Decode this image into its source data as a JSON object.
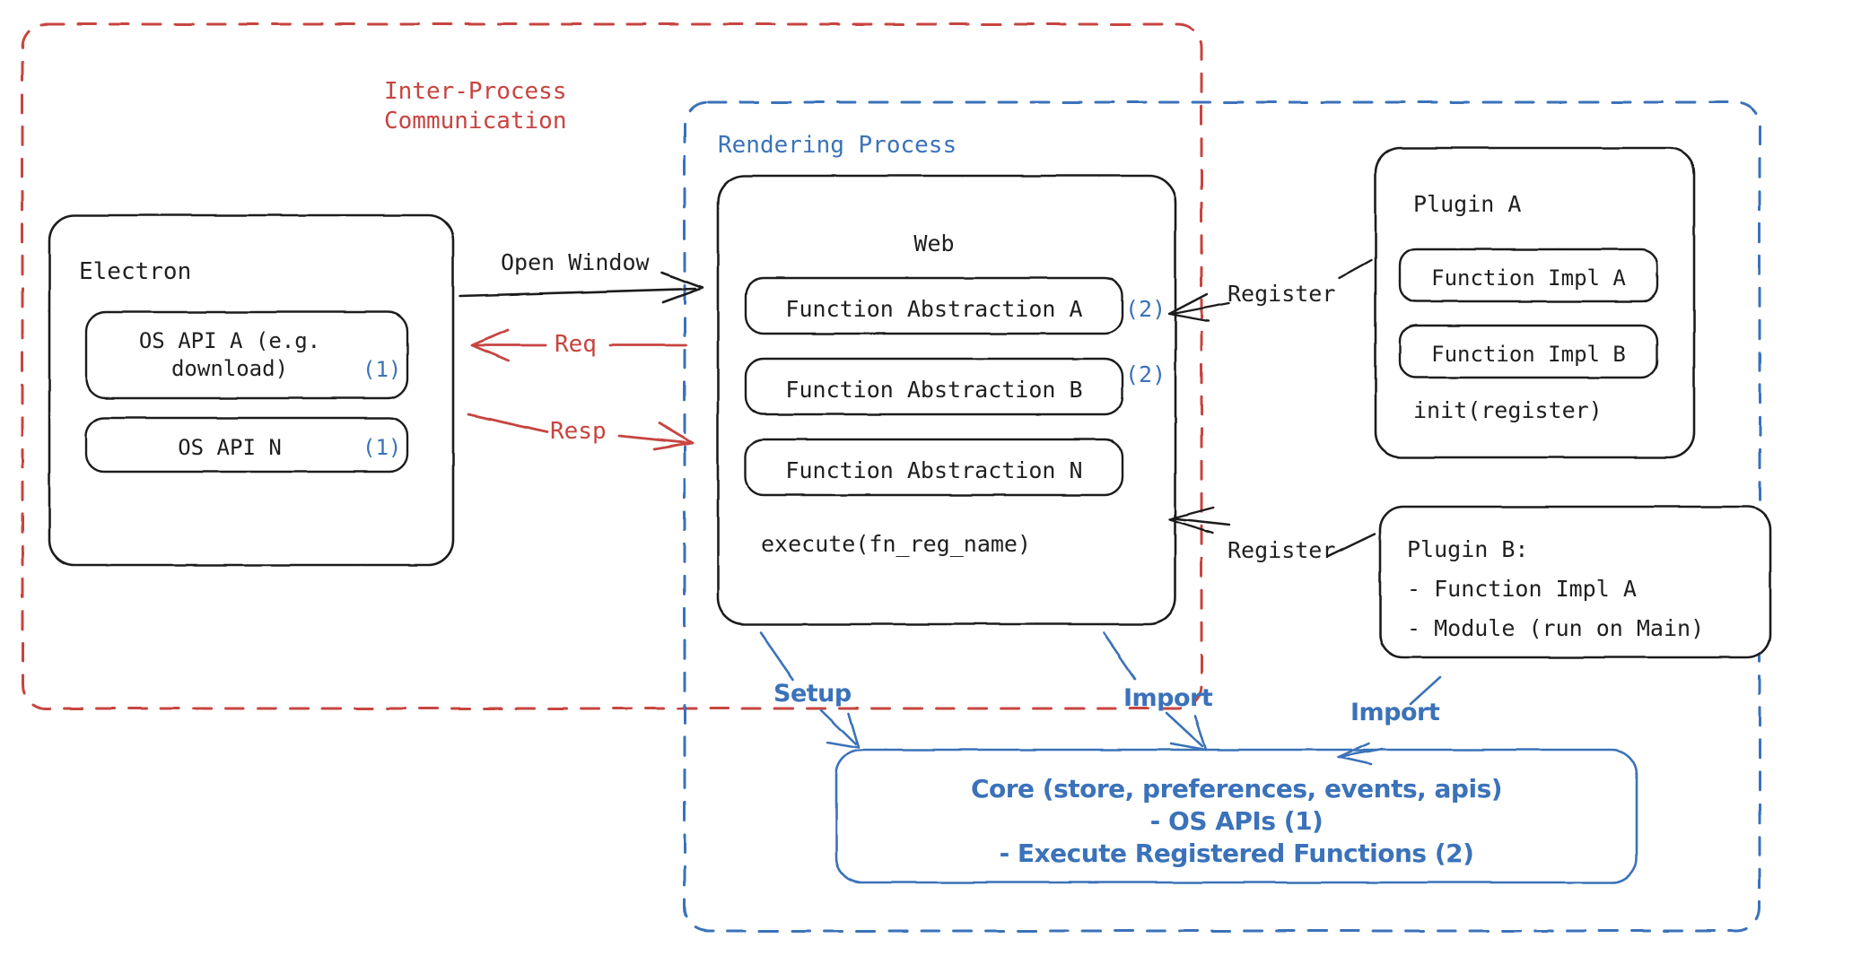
{
  "diagram": {
    "title_hidden": "Electron plugin architecture",
    "colors": {
      "red": "#c74440",
      "blue": "#3b72b9",
      "ink": "#1f1f1f",
      "background": "#ffffff"
    }
  },
  "containers": {
    "ipc": {
      "label": "Inter-Process\nCommunication",
      "style": "dashed",
      "color": "#c74440"
    },
    "rendering": {
      "label": "Rendering Process",
      "style": "dashed",
      "color": "#3b72b9"
    }
  },
  "boxes": {
    "electron": {
      "title": "Electron",
      "items": [
        {
          "label": "OS API A (e.g.\ndownload)",
          "marker": "(1)"
        },
        {
          "label": "OS API N",
          "marker": "(1)"
        }
      ]
    },
    "web": {
      "title": "Web",
      "items": [
        {
          "label": "Function Abstraction A",
          "marker": "(2)"
        },
        {
          "label": "Function Abstraction B",
          "marker": "(2)"
        },
        {
          "label": "Function Abstraction N",
          "marker": ""
        }
      ],
      "footer": "execute(fn_reg_name)"
    },
    "plugin_a": {
      "title": "Plugin A",
      "items": [
        {
          "label": "Function Impl A"
        },
        {
          "label": "Function Impl B"
        }
      ],
      "footer": "init(register)"
    },
    "plugin_b": {
      "lines": [
        "Plugin B:",
        "- Function Impl A",
        "- Module (run on Main)"
      ]
    },
    "core": {
      "lines": [
        "Core (store, preferences, events, apis)",
        "- OS APIs (1)",
        "- Execute Registered Functions (2)"
      ]
    }
  },
  "arrows": [
    {
      "id": "open-window",
      "label": "Open Window",
      "color": "#1f1f1f",
      "from": "electron",
      "to": "web"
    },
    {
      "id": "req",
      "label": "Req",
      "color": "#c74440",
      "from": "web",
      "to": "electron"
    },
    {
      "id": "resp",
      "label": "Resp",
      "color": "#c74440",
      "from": "electron",
      "to": "web"
    },
    {
      "id": "register-a",
      "label": "Register",
      "color": "#1f1f1f",
      "from": "plugin_a",
      "to": "web"
    },
    {
      "id": "register-b",
      "label": "Register",
      "color": "#1f1f1f",
      "from": "plugin_b",
      "to": "web"
    },
    {
      "id": "setup",
      "label": "Setup",
      "color": "#3b72b9",
      "from": "web",
      "to": "core"
    },
    {
      "id": "import-web",
      "label": "Import",
      "color": "#3b72b9",
      "from": "web",
      "to": "core"
    },
    {
      "id": "import-plugin",
      "label": "Import",
      "color": "#3b72b9",
      "from": "plugin_b",
      "to": "core"
    }
  ]
}
